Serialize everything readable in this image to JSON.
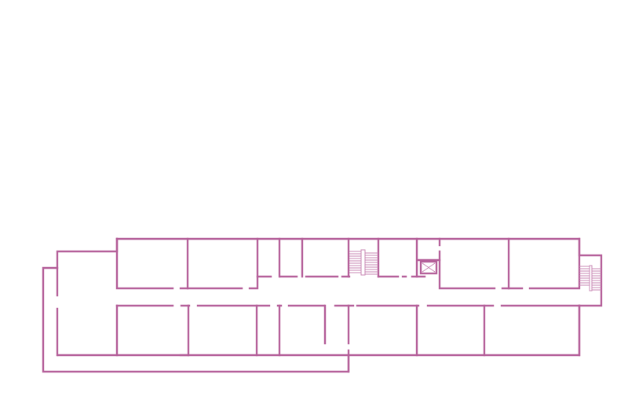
{
  "diagram": {
    "type": "floor-plan",
    "wall_color": "#b5609a",
    "background_color": "#ffffff",
    "rooms_upper_row": 9,
    "rooms_lower_row": 9,
    "stairwells": 2,
    "elevators": 1
  }
}
